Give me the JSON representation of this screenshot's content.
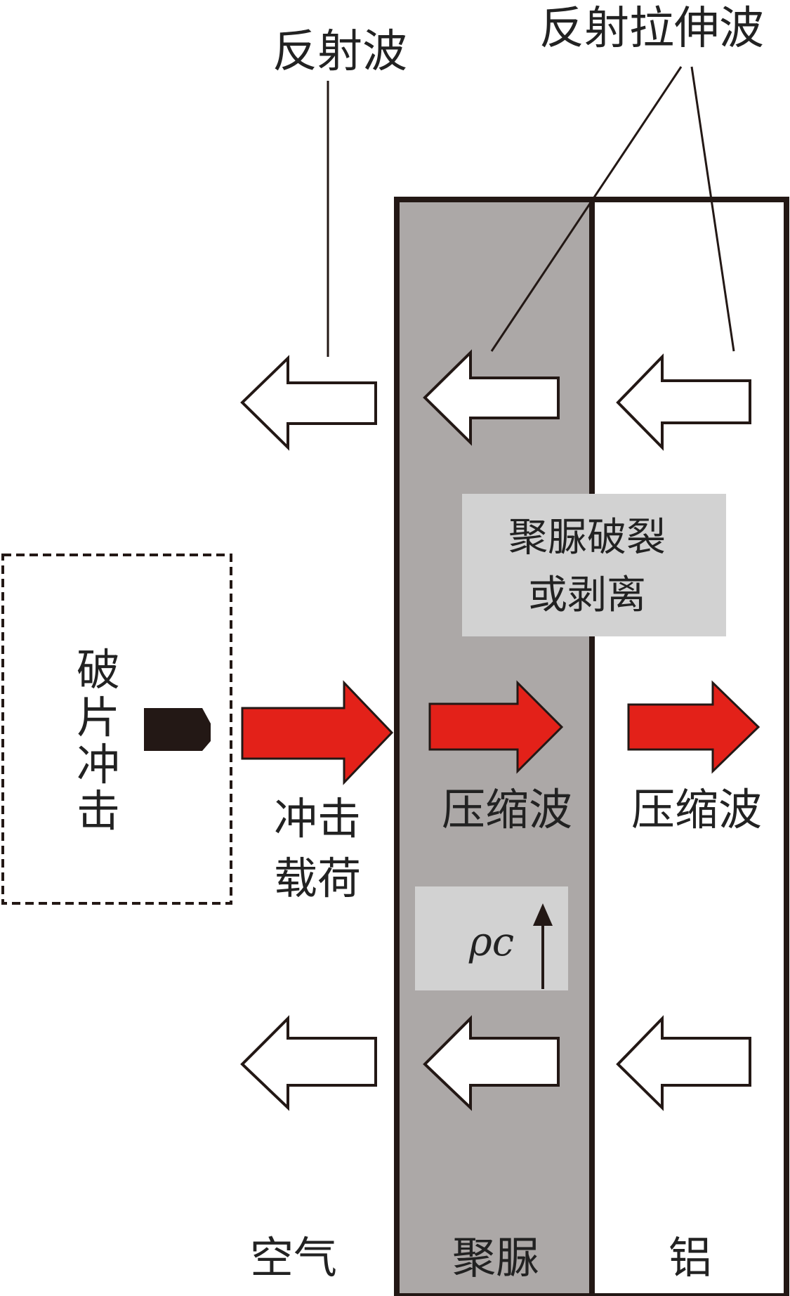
{
  "labels": {
    "reflected_wave": "反射波",
    "reflected_tensile_wave": "反射拉伸波",
    "fragment_impact": [
      "破",
      "片",
      "冲",
      "击"
    ],
    "impact_load": [
      "冲击",
      "载荷"
    ],
    "compression_wave_polyurea": "压缩波",
    "compression_wave_aluminum": "压缩波",
    "fracture_box": [
      "聚脲破裂",
      "或剥离"
    ],
    "impedance_symbol": "ρc",
    "region_air": "空气",
    "region_polyurea": "聚脲",
    "region_aluminum": "铝"
  },
  "colors": {
    "polyurea_fill": "#aca8a7",
    "aluminum_fill": "#ffffff",
    "compression_arrow": "#e32119",
    "reflected_arrow": "#ffffff",
    "info_box": "#d2d2d2",
    "fragment": "#231815",
    "outline": "#231815"
  }
}
